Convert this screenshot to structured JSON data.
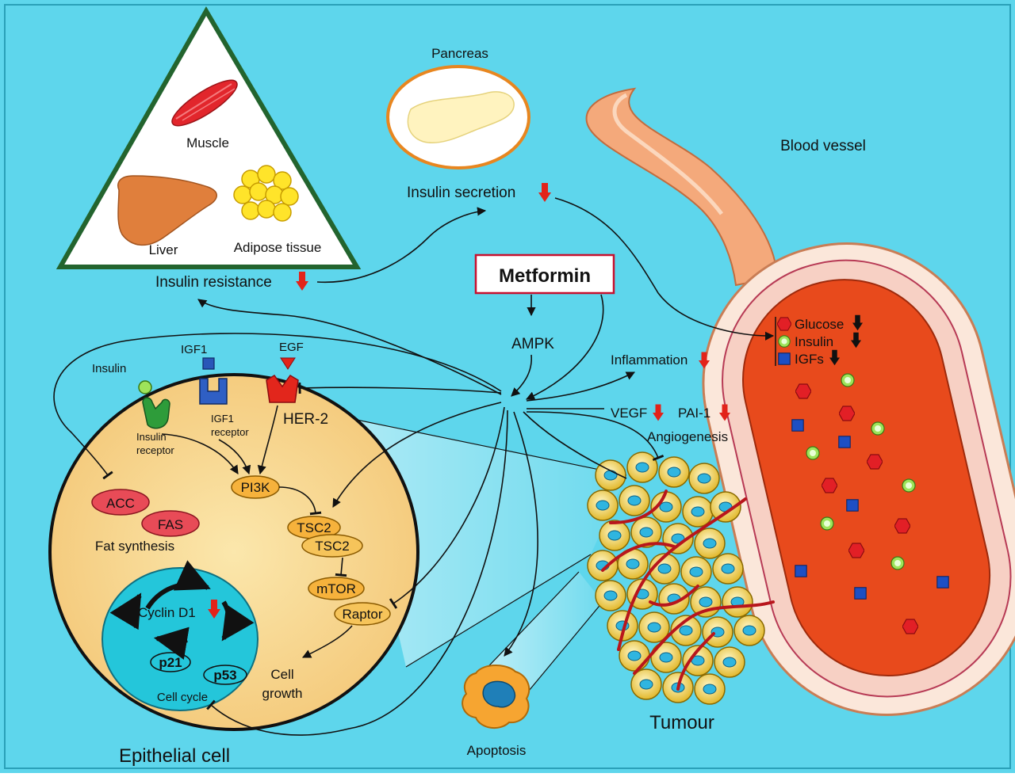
{
  "organs": {
    "muscle": "Muscle",
    "liver": "Liver",
    "adipose": "Adipose tissue"
  },
  "pancreas": {
    "title": "Pancreas",
    "secretion": "Insulin secretion"
  },
  "insulin_resistance": "Insulin resistance",
  "drug": "Metformin",
  "ampk": "AMPK",
  "blood_vessel": {
    "title": "Blood vessel",
    "legend": [
      "Glucose",
      "Insulin",
      "IGFs"
    ]
  },
  "effects": {
    "inflammation": "Inflammation",
    "vegf": "VEGF",
    "pai1": "PAI-1",
    "angiogenesis": "Angiogenesis"
  },
  "cell": {
    "title": "Epithelial cell",
    "insulin": "Insulin",
    "insulin_receptor": [
      "Insulin",
      "receptor"
    ],
    "igf1": "IGF1",
    "igf1_receptor": [
      "IGF1",
      "receptor"
    ],
    "egf": "EGF",
    "her2": "HER-2",
    "pi3k": "PI3K",
    "tsc2_a": "TSC2",
    "tsc2_b": "TSC2",
    "mtor": "mTOR",
    "raptor": "Raptor",
    "acc": "ACC",
    "fas": "FAS",
    "fat_synthesis": "Fat synthesis",
    "cell_growth": [
      "Cell",
      "growth"
    ]
  },
  "cell_cycle": {
    "title": "Cell cycle",
    "cyclin": "Cyclin D1",
    "p21": "p21",
    "p53": "p53"
  },
  "tumour": "Tumour",
  "apoptosis": "Apoptosis",
  "colors": {
    "background": "#5ed6ec",
    "cell_fill": "#f7d990",
    "nucleus": "#24c6da",
    "blood": "#e84a1c",
    "vessel_wall": "#f2a77a",
    "down_arrow": "#e2231a",
    "pathway_node": "#f6b23c",
    "enzyme": "#e84b57"
  }
}
